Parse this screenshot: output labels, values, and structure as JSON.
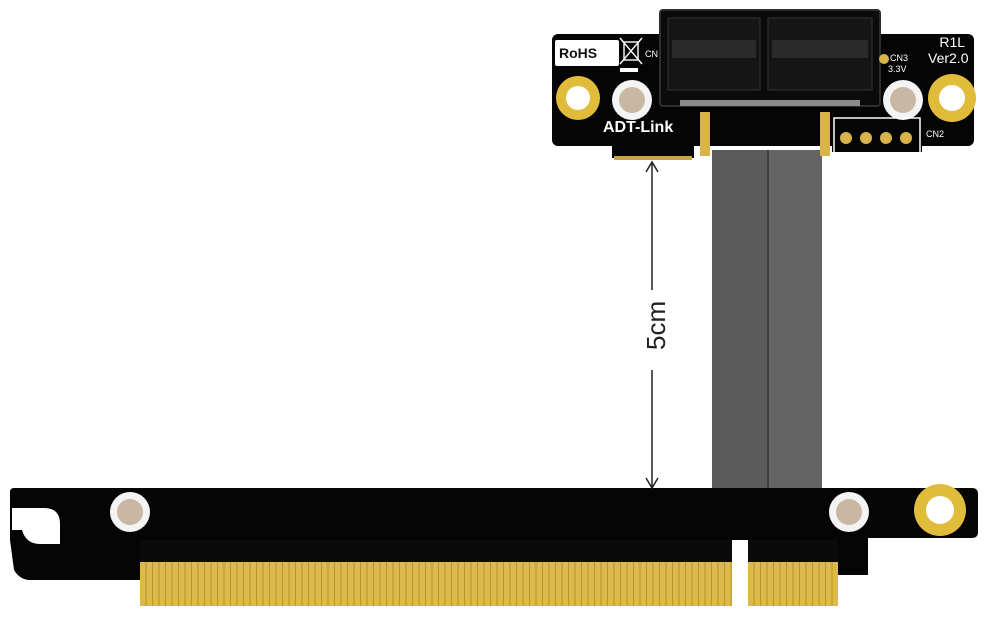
{
  "upper_board": {
    "rohs_mark": "RoHS",
    "connector_label": "CN",
    "brand": "ADT-Link",
    "model": "R1L",
    "version": "Ver2.0",
    "cn3_label": "CN3",
    "voltage_label": "3.3V",
    "cn2_label": "CN2"
  },
  "cable": {
    "length_label": "5cm"
  },
  "colors": {
    "pcb": "#000000",
    "gold": "#e3bf4a",
    "gold_fingers": "#ddb94c",
    "cable": "#5b5b5b",
    "screw": "#c9b7a3"
  }
}
